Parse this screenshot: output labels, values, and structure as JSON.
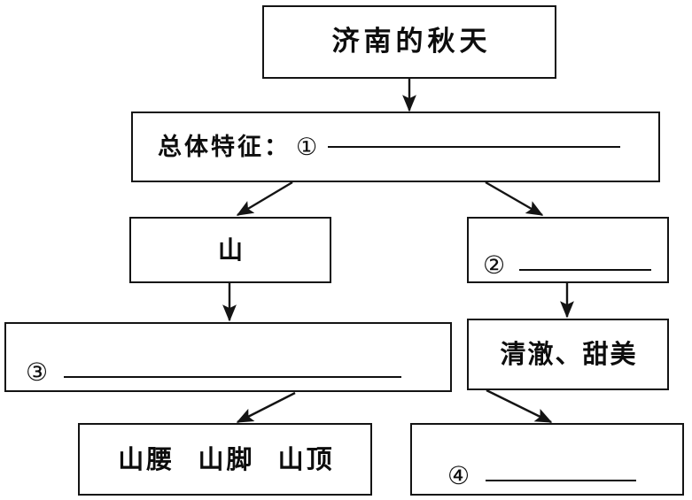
{
  "diagram": {
    "type": "hierarchy-flowchart",
    "title": "济南的秋天",
    "background_color": "#ffffff",
    "line_color": "#141414",
    "nodes": [
      {
        "id": "title",
        "text": "济南的秋天",
        "level": 0
      },
      {
        "id": "overall",
        "label": "总体特征：",
        "marker": "①",
        "blank": true,
        "level": 1
      },
      {
        "id": "mountain",
        "text": "山",
        "level": 2
      },
      {
        "id": "two",
        "label": "",
        "marker": "②",
        "blank": true,
        "level": 2
      },
      {
        "id": "three",
        "label": "",
        "marker": "③",
        "blank": true,
        "level": 3
      },
      {
        "id": "water_quality",
        "text": "清澈、甜美",
        "level": 3
      },
      {
        "id": "mountain_parts",
        "text": "山腰  山脚  山顶",
        "level": 4
      },
      {
        "id": "four",
        "label": "",
        "marker": "④",
        "blank": true,
        "level": 4
      }
    ],
    "edges": [
      {
        "from": "title",
        "to": "overall",
        "style": "straight-down"
      },
      {
        "from": "overall",
        "to": "mountain",
        "style": "diagonal-left"
      },
      {
        "from": "overall",
        "to": "two",
        "style": "diagonal-right"
      },
      {
        "from": "mountain",
        "to": "three",
        "style": "straight-down"
      },
      {
        "from": "two",
        "to": "water_quality",
        "style": "straight-down"
      },
      {
        "from": "three",
        "to": "mountain_parts",
        "style": "diagonal-left"
      },
      {
        "from": "water_quality",
        "to": "four",
        "style": "diagonal-right"
      }
    ]
  }
}
